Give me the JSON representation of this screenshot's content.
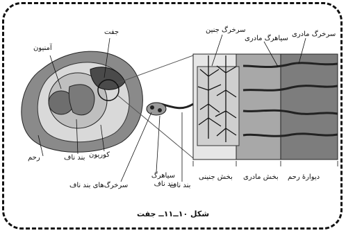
{
  "labels": {
    "amnion": "آمنیون",
    "placenta": "جفت",
    "uterus": "رحم",
    "umbilical_cord_1": "بند ناف",
    "chorion": "کوریون",
    "umbilical_arteries": "سرخرگ‌های بند ناف",
    "umbilical_vein": "سیاهرگ بند ناف",
    "umbilical_cord_2": "بند ناف",
    "fetal_part": "بخش جنینی",
    "maternal_part": "بخش مادری",
    "uterine_wall": "دیوارهٔ رحم",
    "fetal_artery": "سرخرگ جنین",
    "maternal_vein": "سیاهرگ مادری",
    "maternal_artery": "سرخرگ مادری"
  },
  "caption": "شکل ۱۰ــ۱۱ــ جفت"
}
